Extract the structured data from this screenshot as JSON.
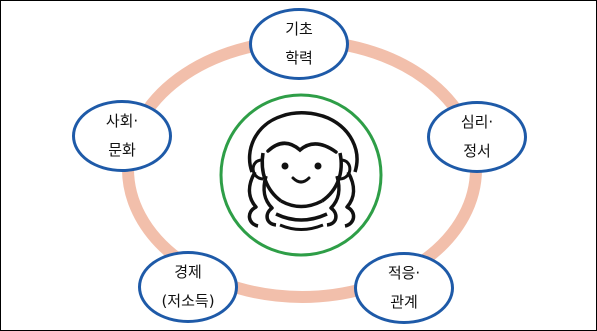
{
  "colors": {
    "ring": "#f2bfab",
    "node_border": "#1e5aa8",
    "center_border": "#2e9e47",
    "line_art": "#111111"
  },
  "center": {
    "icon": "child-face-icon"
  },
  "nodes": [
    {
      "id": "top",
      "line1": "기초",
      "line2": "학력"
    },
    {
      "id": "right",
      "line1": "심리·",
      "line2": "정서"
    },
    {
      "id": "bottom-right",
      "line1": "적응·",
      "line2": "관계"
    },
    {
      "id": "bottom-left",
      "line1": "경제",
      "line2": "(저소득)"
    },
    {
      "id": "left",
      "line1": "사회·",
      "line2": "문화"
    }
  ]
}
